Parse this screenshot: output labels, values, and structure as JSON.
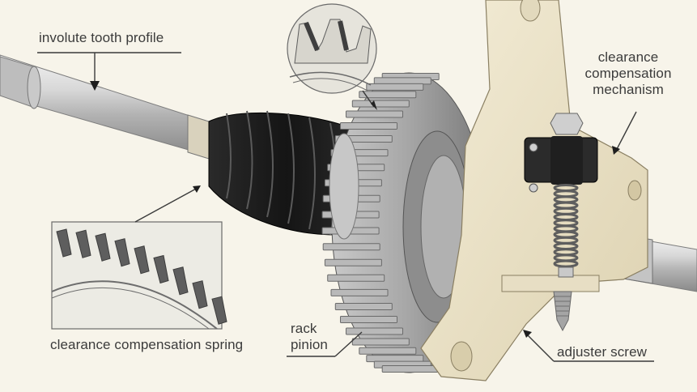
{
  "diagram": {
    "title": "Rack and pinion steering gear with clearance compensation",
    "labels": {
      "involute": "involute tooth profile",
      "mechanism": "clearance compensation mechanism",
      "spring": "clearance compensation spring",
      "pinion": "rack pinion",
      "screw": "adjuster screw"
    },
    "colors": {
      "background": "#f7f4ea",
      "label_text": "#3b3b3b",
      "leader_line": "#3a3a3a",
      "metal_light": "#d6d6d6",
      "metal_mid": "#a9a9a9",
      "metal_dark": "#6e6e6e",
      "bellows": "#1e1e1e",
      "housing": "#eee6cf",
      "housing_shade": "#d8cdaa",
      "inset_fill": "#e9e7e0"
    },
    "components": [
      "rack-shaft-left",
      "rack-shaft-right",
      "rubber-bellows-boot",
      "pinion-gear",
      "housing-bracket",
      "compensation-spring",
      "adjuster-block",
      "adjuster-screw",
      "magnified-tooth-inset-circle",
      "magnified-gear-inset-box"
    ]
  }
}
